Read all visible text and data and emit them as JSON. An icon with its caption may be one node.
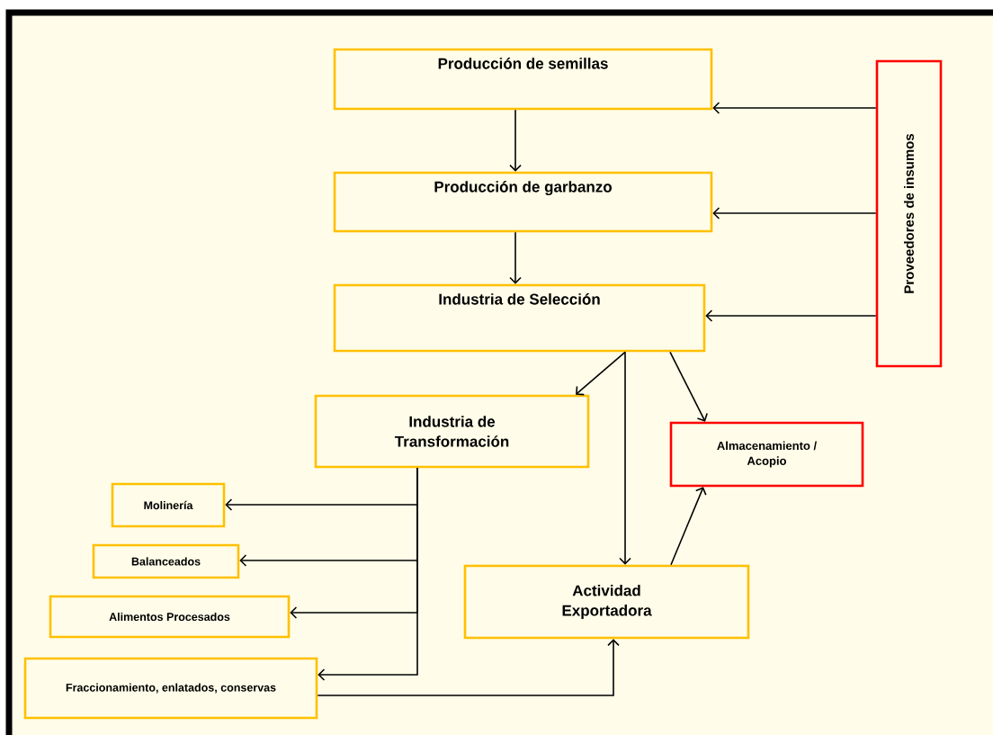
{
  "diagram": {
    "nodes": [
      {
        "text": [
          "Producción de semillas"
        ]
      },
      {
        "text": [
          "Producción de garbanzo"
        ]
      },
      {
        "text": [
          "Industria de Selección"
        ]
      },
      {
        "text": [
          "Proveedores de insumos"
        ]
      },
      {
        "text": [
          "Industria de Transformación"
        ]
      },
      {
        "text": [
          "Almacenamiento / Acopio"
        ]
      },
      {
        "text": [
          "Molinería"
        ]
      },
      {
        "text": [
          "Balanceados"
        ]
      },
      {
        "text": [
          "Alimentos Procesados"
        ]
      },
      {
        "text": [
          "Fraccionamiento, enlatados, conservas"
        ]
      },
      {
        "text": [
          "Actividad Exportadora"
        ]
      }
    ],
    "edges": [
      {
        "from": 0,
        "to": 1,
        "arrow": "to"
      },
      {
        "from": 1,
        "to": 2,
        "arrow": "to"
      },
      {
        "from": 3,
        "to": 0,
        "arrow": "to"
      },
      {
        "from": 3,
        "to": 1,
        "arrow": "to"
      },
      {
        "from": 3,
        "to": 2,
        "arrow": "to"
      },
      {
        "from": 2,
        "to": 4,
        "arrow": "to"
      },
      {
        "from": 2,
        "to": 10,
        "arrow": "to"
      },
      {
        "from": 2,
        "to": 5,
        "arrow": "to"
      },
      {
        "from": 10,
        "to": 5,
        "arrow": "to"
      },
      {
        "from": 4,
        "to": 6,
        "arrow": "to"
      },
      {
        "from": 4,
        "to": 7,
        "arrow": "to"
      },
      {
        "from": 4,
        "to": 8,
        "arrow": "to"
      },
      {
        "from": 4,
        "to": 9,
        "arrow": "to"
      },
      {
        "from": 9,
        "to": 10,
        "arrow": "to"
      }
    ]
  }
}
